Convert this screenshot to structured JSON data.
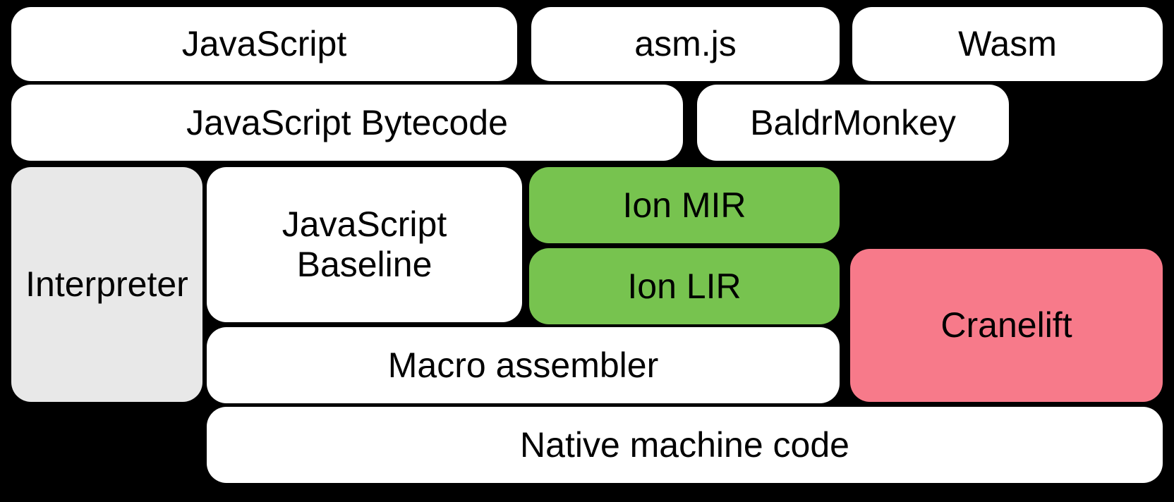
{
  "colors": {
    "background": "#000000",
    "text": "#000000",
    "box_white": "#FFFFFF",
    "box_gray": "#E8E8E8",
    "box_green": "#77C34F",
    "box_pink": "#F77A8A"
  },
  "boxes": {
    "javascript": {
      "label": "JavaScript"
    },
    "asmjs": {
      "label": "asm.js"
    },
    "wasm": {
      "label": "Wasm"
    },
    "bytecode": {
      "label": "JavaScript Bytecode"
    },
    "baldrmonkey": {
      "label": "BaldrMonkey"
    },
    "interpreter": {
      "label": "Interpreter"
    },
    "baseline": {
      "line1": "JavaScript",
      "line2": "Baseline"
    },
    "ion_mir": {
      "label": "Ion MIR"
    },
    "ion_lir": {
      "label": "Ion LIR"
    },
    "cranelift": {
      "label": "Cranelift"
    },
    "macro_assembler": {
      "label": "Macro assembler"
    },
    "native_code": {
      "label": "Native machine code"
    }
  }
}
